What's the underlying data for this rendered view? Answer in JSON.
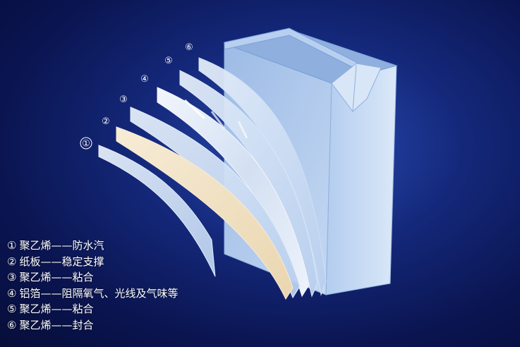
{
  "markers": [
    "①",
    "②",
    "③",
    "④",
    "⑤",
    "⑥"
  ],
  "legend": [
    {
      "num": "①",
      "text": "聚乙烯——防水汽"
    },
    {
      "num": "②",
      "text": "纸板——稳定支撑"
    },
    {
      "num": "③",
      "text": "聚乙烯——粘合"
    },
    {
      "num": "④",
      "text": "铝箔——阻隔氧气、光线及气味等"
    },
    {
      "num": "⑤",
      "text": "聚乙烯——粘合"
    },
    {
      "num": "⑥",
      "text": "聚乙烯——封合"
    }
  ],
  "colors": {
    "background": "#0a1450",
    "carton_front": "#c9dcf3",
    "carton_side": "#a9c4e8",
    "carton_top": "#8fb0de",
    "paperboard_layer": "#f3e4c6",
    "foil_layer": "#e4ecf7",
    "poly_layer": "#d6e4f6",
    "label_text": "#ffffff"
  }
}
